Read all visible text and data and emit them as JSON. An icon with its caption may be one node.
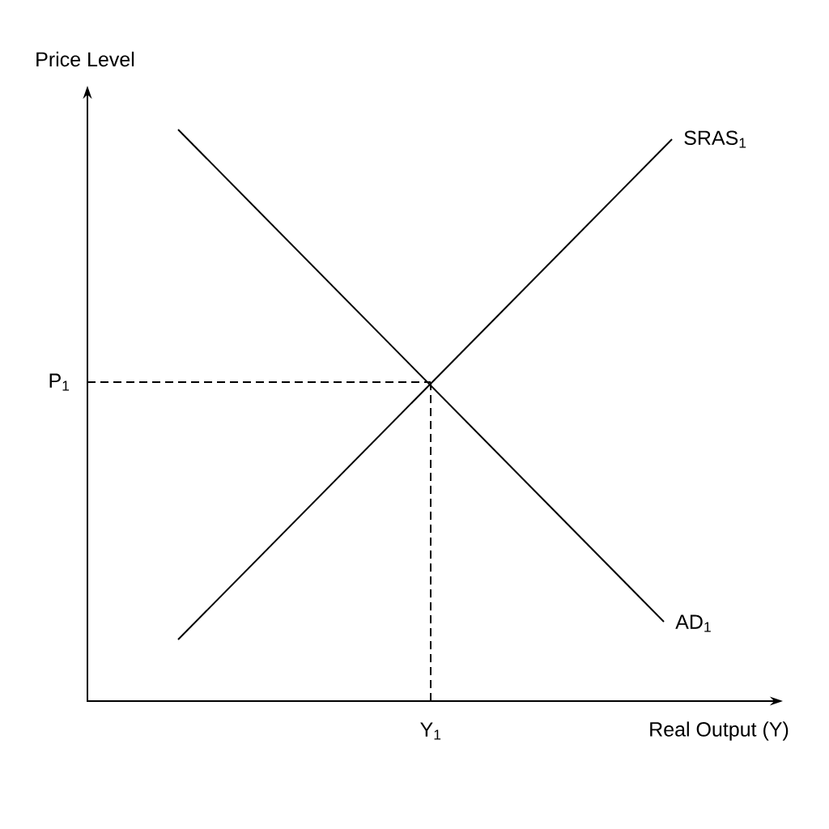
{
  "diagram": {
    "labels": [
      "Price Level",
      "SRAS$_{1}$",
      "P$_{1}$",
      "AD$_{1}$",
      "Y$_{1}$",
      "Real Output (Y)"
    ]
  }
}
